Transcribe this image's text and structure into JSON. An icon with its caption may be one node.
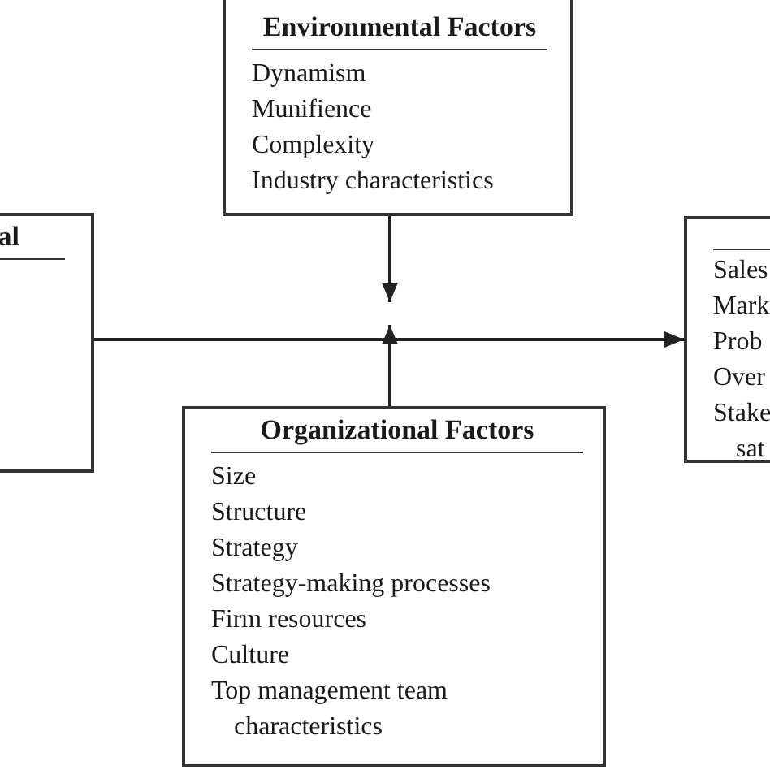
{
  "diagram": {
    "nodes": [
      {
        "text": [
          "Environmental Factors",
          "Dynamism",
          "Munifience",
          "Complexity",
          "Industry characteristics"
        ]
      },
      {
        "text": [
          "al"
        ]
      },
      {
        "text": [
          "Sales",
          "Mark",
          "Prob",
          "Over",
          "Stake",
          "sat"
        ]
      },
      {
        "text": [
          "Organizational Factors",
          "Size",
          "Structure",
          "Strategy",
          "Strategy-making processes",
          "Firm resources",
          "Culture",
          "Top management team characteristics"
        ]
      }
    ],
    "edges": [
      {
        "from": 1,
        "to": 2,
        "arrow": "to"
      },
      {
        "from": 0,
        "to": null,
        "arrow": "to"
      },
      {
        "from": 3,
        "to": null,
        "arrow": "to"
      }
    ]
  }
}
